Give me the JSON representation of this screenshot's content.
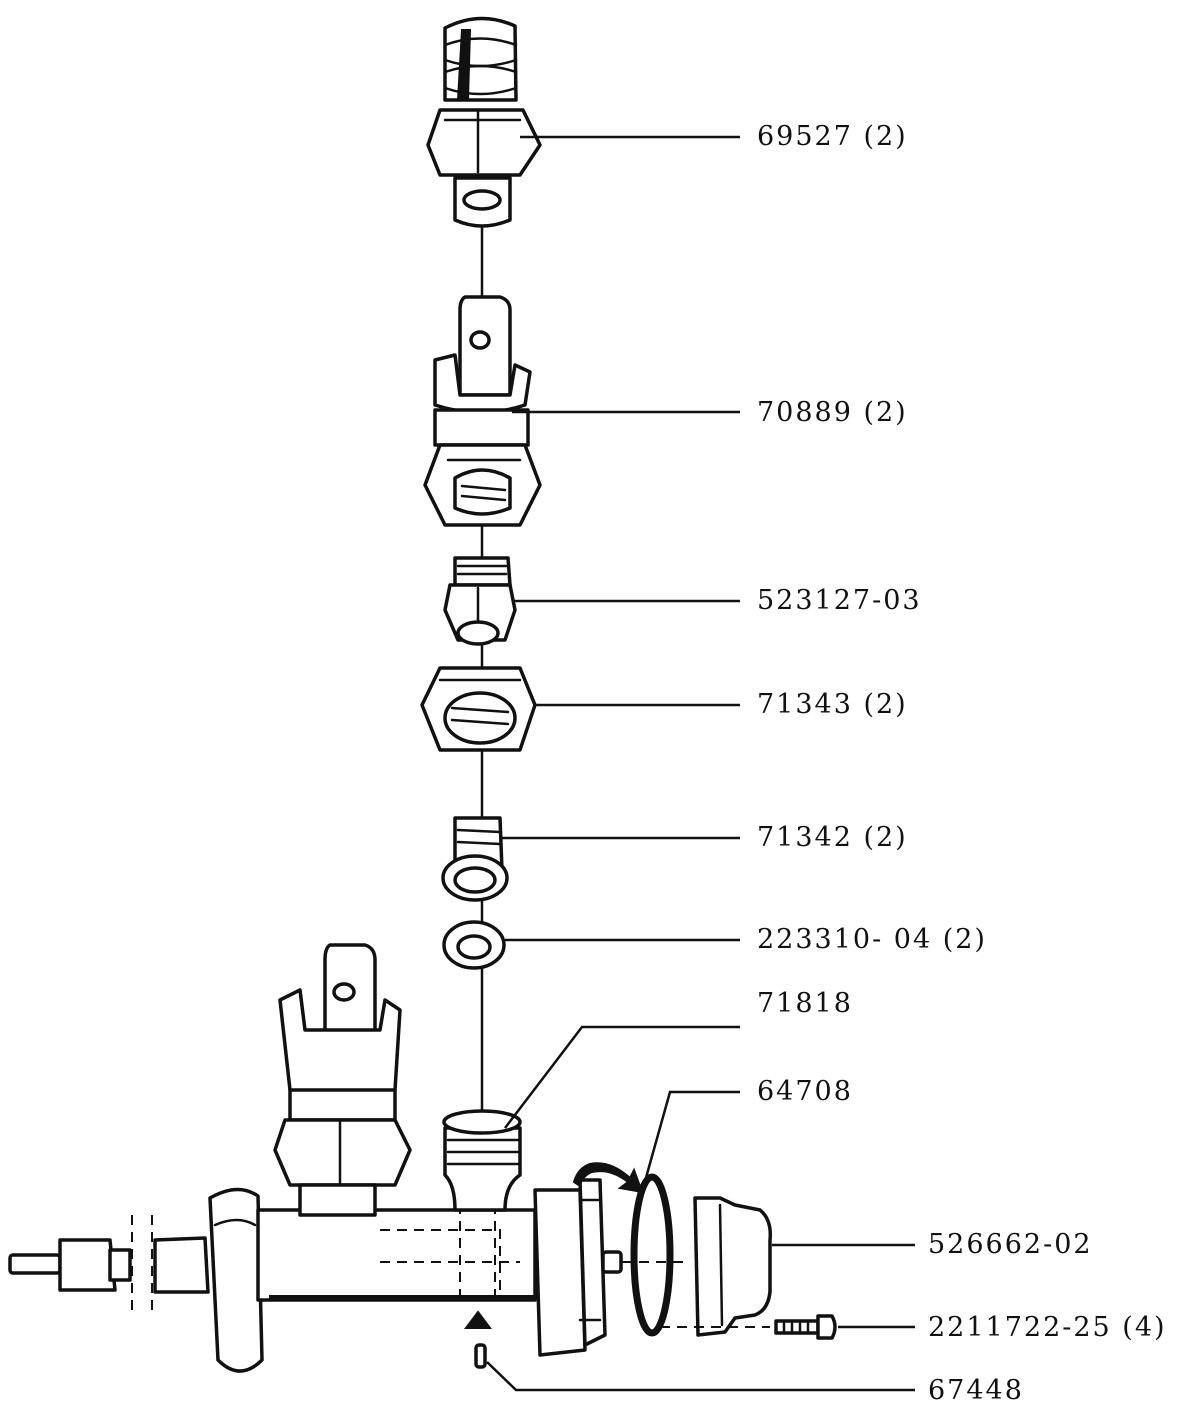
{
  "labels": {
    "p69527": "69527 (2)",
    "p70889": "70889 (2)",
    "p523127": "523127-03",
    "p71343": "71343 (2)",
    "p71342": "71342 (2)",
    "p223310": "223310- 04 (2)",
    "p71818": "71818",
    "p64708": "64708",
    "p526662": "526662-02",
    "p2211722": "2211722-25 (4)",
    "p67448": "67448"
  }
}
